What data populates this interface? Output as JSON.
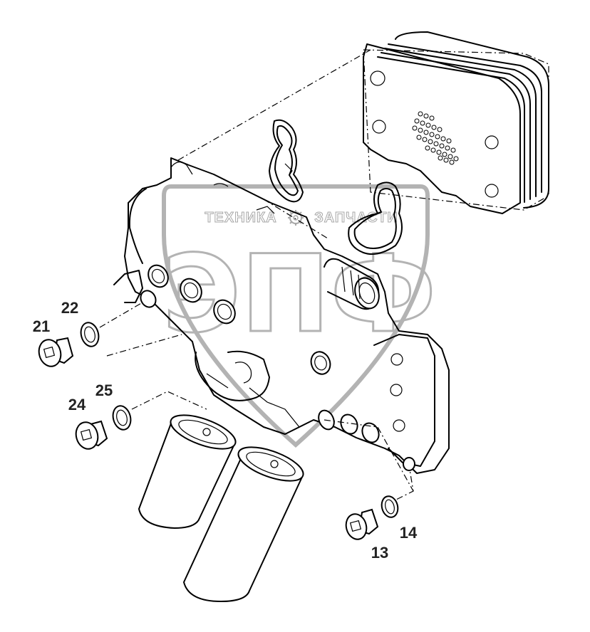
{
  "watermark": {
    "top_text_left": "ТЕХНИКА",
    "top_text_right": "ЗАПЧАСТИ",
    "big_text": "ЭПФ",
    "gear_icon": "gear-icon"
  },
  "callouts": [
    {
      "id": "21",
      "label": "21"
    },
    {
      "id": "22",
      "label": "22"
    },
    {
      "id": "24",
      "label": "24"
    },
    {
      "id": "25",
      "label": "25"
    },
    {
      "id": "13",
      "label": "13"
    },
    {
      "id": "14",
      "label": "14"
    }
  ]
}
